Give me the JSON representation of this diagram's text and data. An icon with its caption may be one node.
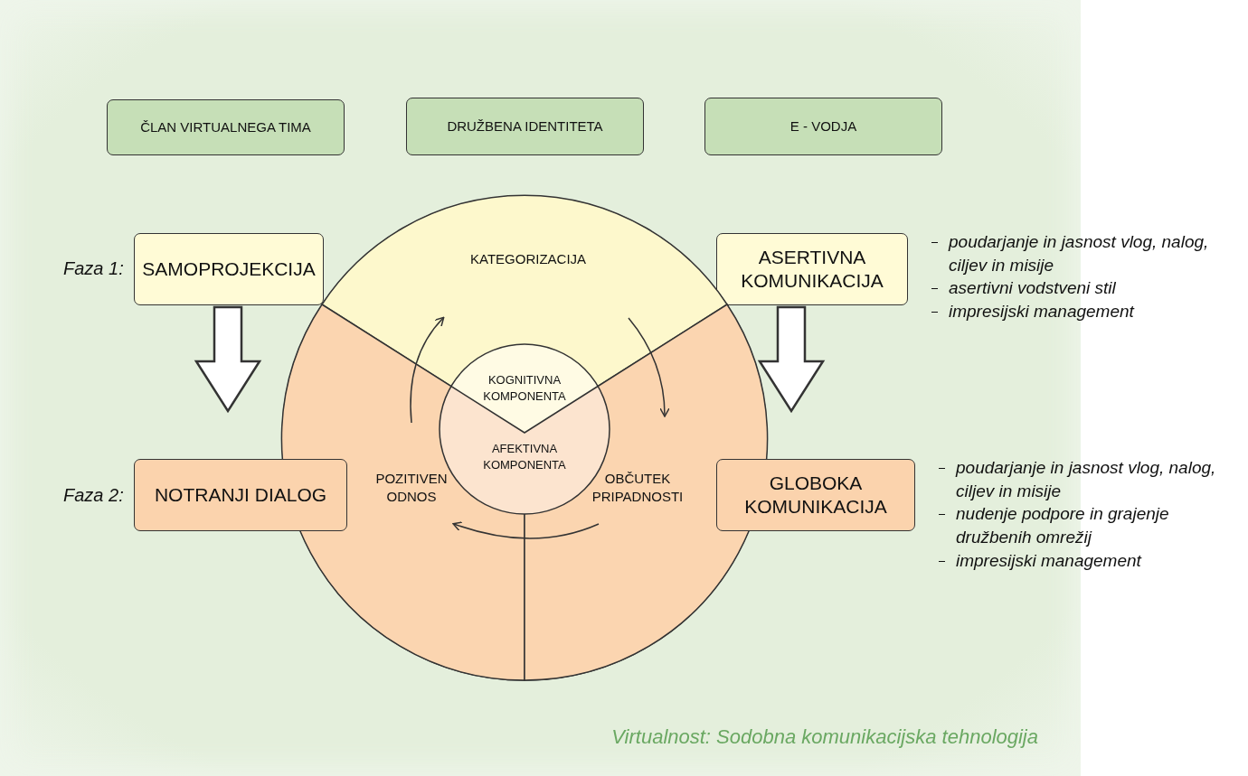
{
  "diagram": {
    "caption": "Virtualnost: Sodobna komunikacijska tehnologija",
    "nodes": [
      {
        "text": [
          "ČLAN VIRTUALNEGA TIMA"
        ]
      },
      {
        "text": [
          "DRUŽBENA IDENTITETA"
        ]
      },
      {
        "text": [
          "E - VODJA"
        ]
      },
      {
        "text": [
          "SAMOPROJEKCIJA"
        ]
      },
      {
        "text": [
          "ASERTIVNA KOMUNIKACIJA"
        ],
        "beside": [
          "poudarjanje in jasnost vlog, nalog, ciljev in misije",
          "asertivni vodstveni stil",
          "impresijski management"
        ]
      },
      {
        "text": [],
        "shape": "circle"
      },
      {
        "text": [
          "KATEGORIZACIJA"
        ],
        "in": 5
      },
      {
        "text": [
          "KOGNITIVNA KOMPONENTA",
          "AFEKTIVNA KOMPONENTA"
        ],
        "in": 5
      },
      {
        "text": [
          "POZITIVEN ODNOS"
        ],
        "in": 5
      },
      {
        "text": [
          "OBČUTEK PRIPADNOSTI"
        ],
        "in": 5
      },
      {
        "text": [
          "NOTRANJI DIALOG"
        ]
      },
      {
        "text": [
          "GLOBOKA KOMUNIKACIJA"
        ],
        "beside": [
          "poudarjanje in jasnost vlog, nalog, ciljev in misije",
          "nudenje podpore in grajenje družbenih omrežij",
          "impresijski management"
        ]
      }
    ],
    "edges": [
      {
        "from": 3,
        "to": 10,
        "arrow": "to",
        "style": "thick"
      },
      {
        "from": 4,
        "to": 11,
        "arrow": "to",
        "style": "thick"
      },
      {
        "from": 8,
        "to": 6,
        "arrow": "to"
      },
      {
        "from": 6,
        "to": 9,
        "arrow": "to"
      },
      {
        "from": 9,
        "to": 8,
        "arrow": "to"
      }
    ],
    "labels": [
      "Faza 1:",
      "Faza 2:"
    ]
  }
}
